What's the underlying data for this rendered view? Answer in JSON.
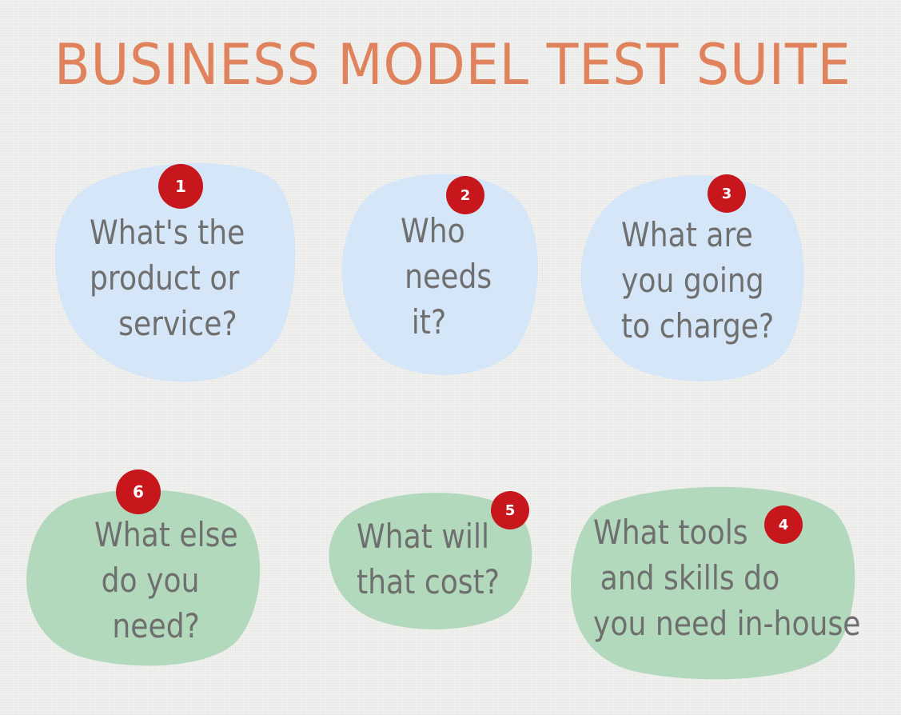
{
  "title": "BUSINESS MODEL TEST SUITE",
  "colors": {
    "background": "#f1f1ef",
    "title": "#e0825c",
    "blue_bubble": "#d4e6f7",
    "green_bubble": "#b2d9bc",
    "badge": "#c8161d",
    "badge_text": "#ffffff",
    "question_text": "#6f6f6f"
  },
  "questions": [
    {
      "number": "1",
      "color_group": "blue",
      "lines": [
        "What's the",
        "product or",
        "service?"
      ]
    },
    {
      "number": "2",
      "color_group": "blue",
      "lines": [
        "Who",
        "needs",
        "it?"
      ]
    },
    {
      "number": "3",
      "color_group": "blue",
      "lines": [
        "What are",
        "you going",
        "to charge?"
      ]
    },
    {
      "number": "6",
      "color_group": "green",
      "lines": [
        "What else",
        "do you",
        "need?"
      ]
    },
    {
      "number": "5",
      "color_group": "green",
      "lines": [
        "What will",
        "that cost?"
      ]
    },
    {
      "number": "4",
      "color_group": "green",
      "lines": [
        "What tools",
        "and skills do",
        "you need in-house"
      ]
    }
  ]
}
